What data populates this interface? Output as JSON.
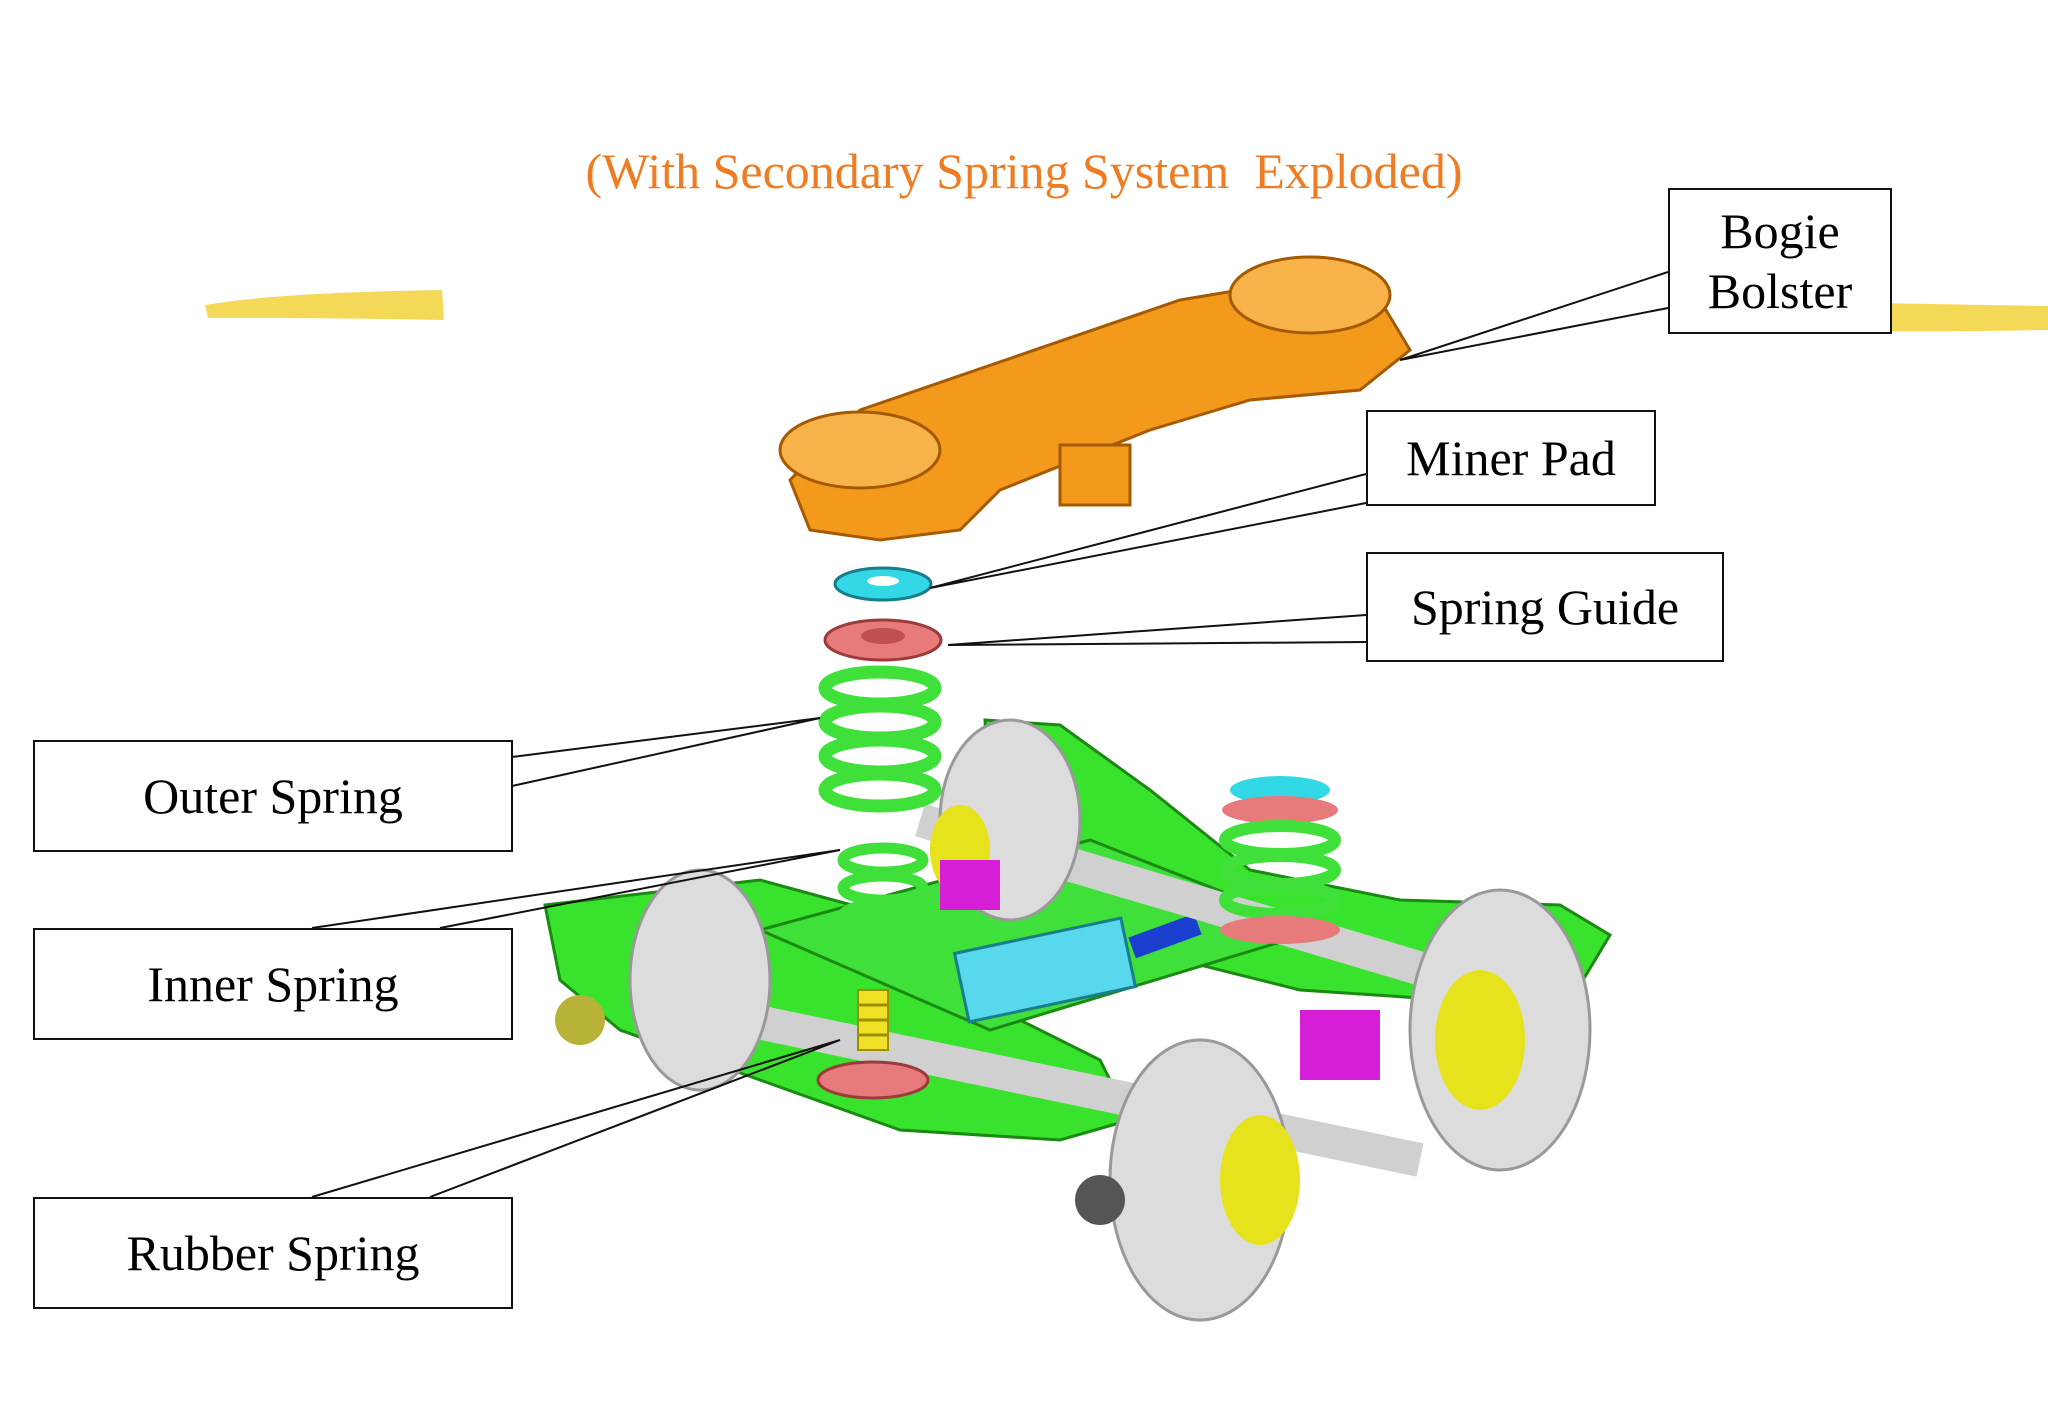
{
  "title": "(With Secondary Spring System  Exploded)",
  "colors": {
    "title": "#ee7c22",
    "bolster": "#f39a1c",
    "frame": "#39e22c",
    "spring": "#3fe03a",
    "miner_pad": "#33d8e6",
    "spring_guide": "#e77a7a",
    "wheel": "#dcdcdc",
    "hub": "#e6e21c",
    "accent_magenta": "#d61ed6",
    "accent_blue": "#1a3fcf",
    "brush": "#f3d547"
  },
  "labels": {
    "bogie_bolster": "Bogie\nBolster",
    "miner_pad": "Miner Pad",
    "spring_guide": "Spring Guide",
    "outer_spring": "Outer Spring",
    "inner_spring": "Inner Spring",
    "rubber_spring": "Rubber Spring"
  }
}
